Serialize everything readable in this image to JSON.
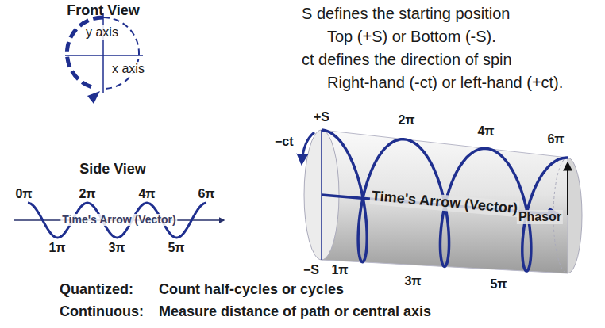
{
  "diagram": {
    "labels": [
      "Front View",
      "y axis",
      "x axis",
      "S defines the starting position",
      "Top (+S) or Bottom (-S).",
      "ct defines the direction of spin",
      "Right-hand (-ct) or left-hand (+ct).",
      "Side View",
      "0π",
      "2π",
      "4π",
      "6π",
      "Time's Arrow (Vector)",
      "1π",
      "3π",
      "5π",
      "+S",
      "−ct",
      "2π",
      "4π",
      "Time's Arrow (Vector)",
      "6π",
      "Phasor",
      "−S",
      "1π",
      "3π",
      "5π",
      "Quantized:",
      "Count half-cycles or cycles",
      "Continuous:",
      "Measure distance of path or central axis"
    ]
  }
}
